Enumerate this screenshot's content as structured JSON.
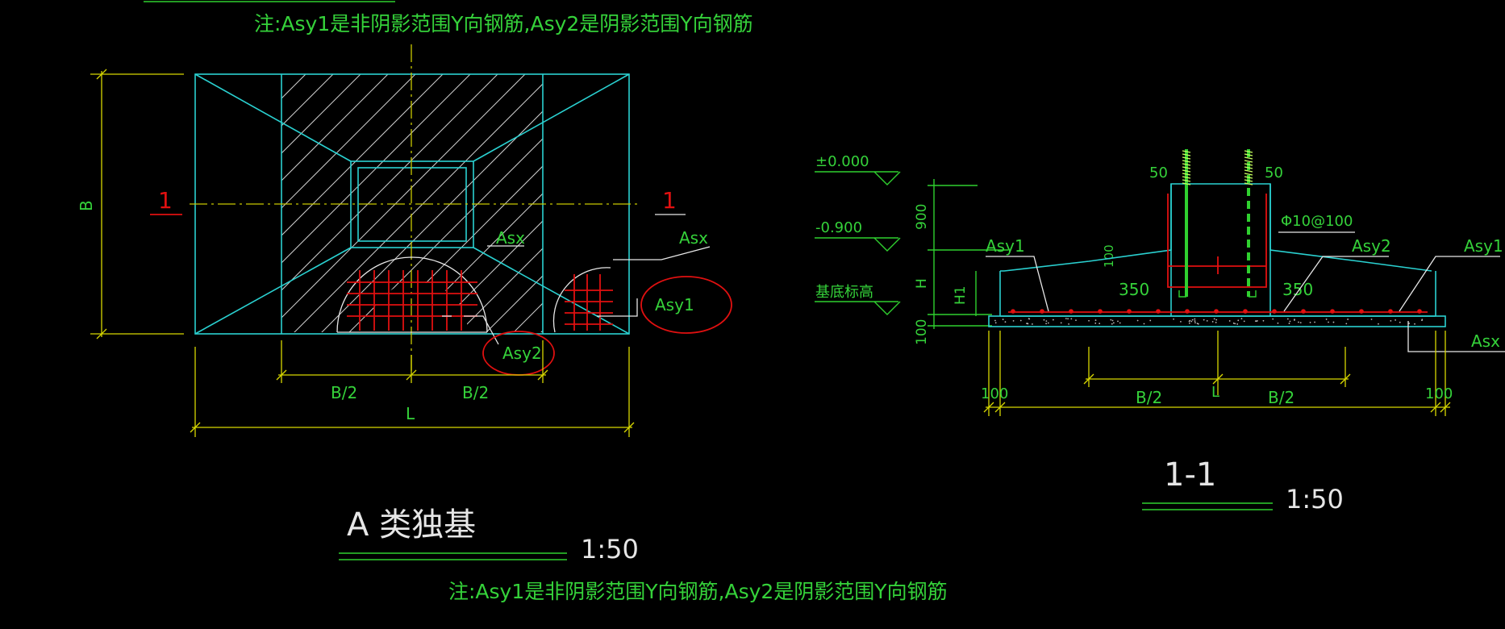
{
  "notes": {
    "top": "注:Asy1是非阴影范围Y向钢筋,Asy2是阴影范围Y向钢筋",
    "bottom": "注:Asy1是非阴影范围Y向钢筋,Asy2是阴影范围Y向钢筋"
  },
  "plan": {
    "title": "A 类独基",
    "scale": "1:50",
    "label_B": "B",
    "label_L": "L",
    "label_half_left": "B/2",
    "label_half_right": "B/2",
    "section_mark_left": "1",
    "section_mark_right": "1",
    "rebar_asx_inner": "Asx",
    "rebar_asx_outer": "Asx",
    "rebar_asy1": "Asy1",
    "rebar_asy2": "Asy2"
  },
  "section": {
    "title": "1-1",
    "scale": "1:50",
    "elev_zero": "±0.000",
    "elev_minus": "-0.900",
    "elev_base": "基底标高",
    "dim_900": "900",
    "dim_H": "H",
    "dim_H1": "H1",
    "dim_100_v": "100",
    "dim_100_small": "100",
    "dim_50_left": "50",
    "dim_50_right": "50",
    "dim_350_left": "350",
    "dim_350_right": "350",
    "stirrup": "Φ10@100",
    "rebar_asy1_left": "Asy1",
    "rebar_asy2": "Asy2",
    "rebar_asy1_right": "Asy1",
    "rebar_asx": "Asx",
    "dim_100_left": "100",
    "dim_100_right": "100",
    "dim_half_left": "B/2",
    "dim_half_right": "B/2",
    "dim_L": "L"
  },
  "colors": {
    "background": "#000000",
    "outline": "#2ad1d1",
    "dimension": "#d8d800",
    "text_green": "#35d23a",
    "rebar": "#e01010",
    "highlight_circle": "#e01010"
  }
}
